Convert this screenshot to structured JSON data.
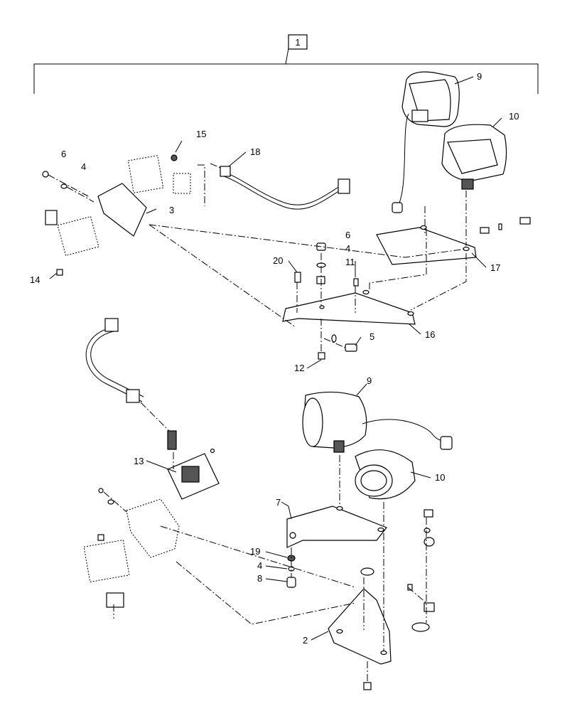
{
  "assembly_label": "1",
  "callouts": {
    "c2": "2",
    "c3": "3",
    "c4a": "4",
    "c4b": "4",
    "c4c": "4",
    "c5": "5",
    "c6a": "6",
    "c6b": "6",
    "c7": "7",
    "c8": "8",
    "c9a": "9",
    "c9b": "9",
    "c10a": "10",
    "c10b": "10",
    "c11": "11",
    "c12": "12",
    "c13": "13",
    "c14": "14",
    "c15": "15",
    "c16": "16",
    "c17": "17",
    "c18": "18",
    "c19": "19",
    "c20": "20"
  }
}
